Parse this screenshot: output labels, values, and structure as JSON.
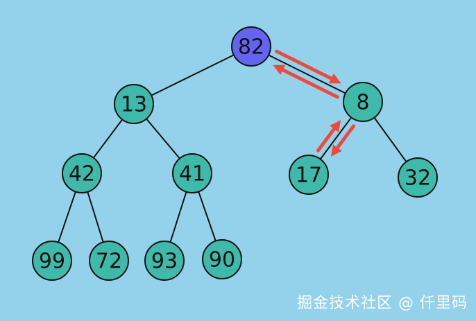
{
  "tree": {
    "nodes": [
      {
        "id": "n82",
        "label": "82",
        "highlight": true
      },
      {
        "id": "n13",
        "label": "13"
      },
      {
        "id": "n8",
        "label": "8"
      },
      {
        "id": "n42",
        "label": "42"
      },
      {
        "id": "n41",
        "label": "41"
      },
      {
        "id": "n17",
        "label": "17"
      },
      {
        "id": "n32",
        "label": "32"
      },
      {
        "id": "n99",
        "label": "99"
      },
      {
        "id": "n72",
        "label": "72"
      },
      {
        "id": "n93",
        "label": "93"
      },
      {
        "id": "n90",
        "label": "90"
      }
    ],
    "edges": [
      [
        "n82",
        "n13"
      ],
      [
        "n82",
        "n8"
      ],
      [
        "n13",
        "n42"
      ],
      [
        "n13",
        "n41"
      ],
      [
        "n8",
        "n17"
      ],
      [
        "n8",
        "n32"
      ],
      [
        "n42",
        "n99"
      ],
      [
        "n42",
        "n72"
      ],
      [
        "n41",
        "n93"
      ],
      [
        "n41",
        "n90"
      ]
    ],
    "swap_arrows": [
      {
        "between": [
          "n82",
          "n8"
        ]
      },
      {
        "between": [
          "n8",
          "n17"
        ]
      }
    ]
  },
  "colors": {
    "background": "#93d2ea",
    "node_fill": "#3fb9a9",
    "highlight_fill": "#6464ef",
    "arrow": "#ec4a3c",
    "edge": "#111111"
  },
  "watermark": "掘金技术社区 @ 仟里码"
}
